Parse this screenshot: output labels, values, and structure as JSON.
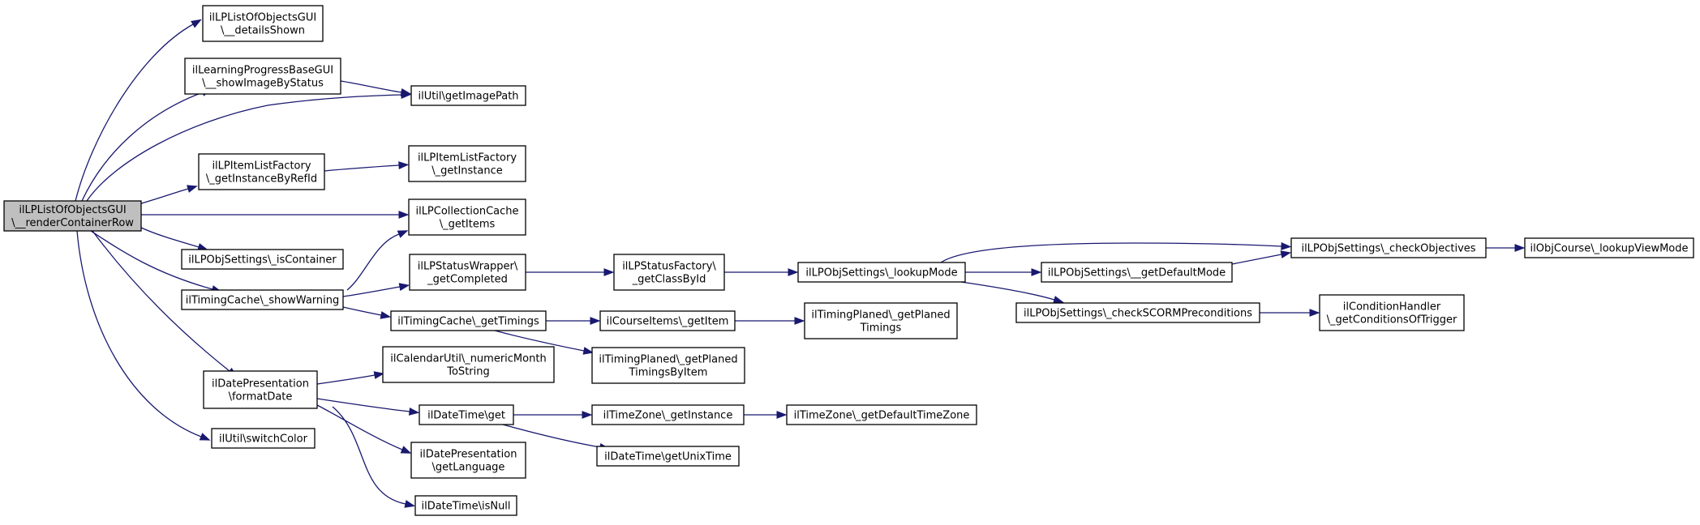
{
  "colors": {
    "edge": "#191970",
    "root_fill": "#bfbfbf",
    "node_fill": "#ffffff",
    "node_border": "#000000"
  },
  "nodes": {
    "root": [
      "ilLPListOfObjectsGUI",
      "\\__renderContainerRow"
    ],
    "detailsShown": [
      "ilLPListOfObjectsGUI",
      "\\__detailsShown"
    ],
    "showImageByStatus": [
      "ilLearningProgressBaseGUI",
      "\\__showImageByStatus"
    ],
    "getImagePath": [
      "ilUtil\\getImagePath"
    ],
    "getInstanceByRefId": [
      "ilLPItemListFactory",
      "\\_getInstanceByRefId"
    ],
    "itemListGetInstance": [
      "ilLPItemListFactory",
      "\\_getInstance"
    ],
    "collectionGetItems": [
      "ilLPCollectionCache",
      "\\_getItems"
    ],
    "isContainer": [
      "ilLPObjSettings\\_isContainer"
    ],
    "showWarning": [
      "ilTimingCache\\_showWarning"
    ],
    "getCompleted": [
      "ilLPStatusWrapper\\",
      "_getCompleted"
    ],
    "getClassById": [
      "ilLPStatusFactory\\",
      "_getClassById"
    ],
    "lookupMode": [
      "ilLPObjSettings\\_lookupMode"
    ],
    "getDefaultMode": [
      "ilLPObjSettings\\__getDefaultMode"
    ],
    "checkObjectives": [
      "ilLPObjSettings\\_checkObjectives"
    ],
    "lookupViewMode": [
      "ilObjCourse\\_lookupViewMode"
    ],
    "checkSCORM": [
      "ilLPObjSettings\\_checkSCORMPreconditions"
    ],
    "getConditionsOfTrigger": [
      "ilConditionHandler",
      "\\_getConditionsOfTrigger"
    ],
    "getTimings": [
      "ilTimingCache\\_getTimings"
    ],
    "courseItemsGetItem": [
      "ilCourseItems\\_getItem"
    ],
    "getPlanedTimings": [
      "ilTimingPlaned\\_getPlaned",
      "Timings"
    ],
    "getPlanedTimingsByItem": [
      "ilTimingPlaned\\_getPlaned",
      "TimingsByItem"
    ],
    "formatDate": [
      "ilDatePresentation",
      "\\formatDate"
    ],
    "numericMonthToString": [
      "ilCalendarUtil\\_numericMonth",
      "ToString"
    ],
    "dateTimeGet": [
      "ilDateTime\\get"
    ],
    "timeZoneGetInstance": [
      "ilTimeZone\\_getInstance"
    ],
    "getDefaultTimeZone": [
      "ilTimeZone\\_getDefaultTimeZone"
    ],
    "getUnixTime": [
      "ilDateTime\\getUnixTime"
    ],
    "getLanguage": [
      "ilDatePresentation",
      "\\getLanguage"
    ],
    "isNull": [
      "ilDateTime\\isNull"
    ],
    "switchColor": [
      "ilUtil\\switchColor"
    ]
  }
}
